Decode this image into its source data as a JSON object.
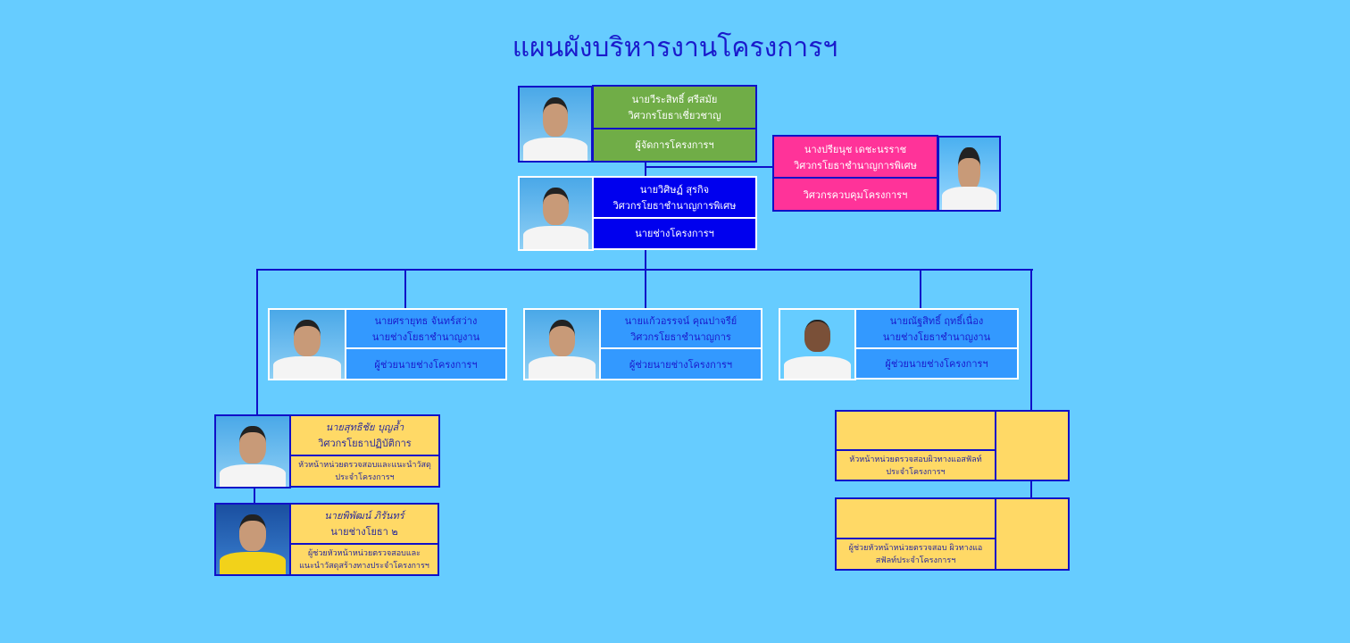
{
  "title": "แผนผังบริหารงานโครงการฯ",
  "people": [
    {
      "name": "นายวีระสิทธิ์   ศรีสมัย",
      "position": "วิศวกรโยธาเชี่ยวชาญ",
      "role": "ผู้จัดการโครงการฯ"
    },
    {
      "name": "นางปรียนุช  เดชะนรราช",
      "position": "วิศวกรโยธาชำนาญการพิเศษ",
      "role": "วิศวกรควบคุมโครงการฯ"
    },
    {
      "name": "นายวิศิษฏ์   สุรกิจ",
      "position": "วิศวกรโยธาชำนาญการพิเศษ",
      "role": "นายช่างโครงการฯ"
    },
    {
      "name": "นายศรายุทธ  จันทร์สว่าง",
      "position": "นายช่างโยธาชำนาญงาน",
      "role": "ผู้ช่วยนายช่างโครงการฯ"
    },
    {
      "name": "นายแก้วอรรจน์  คุณปาจรีย์",
      "position": "วิศวกรโยธาชำนาญการ",
      "role": "ผู้ช่วยนายช่างโครงการฯ"
    },
    {
      "name": "นายณัฐสิทธิ์  ฤทธิ์เนื่อง",
      "position": "นายช่างโยธาชำนาญงาน",
      "role": "ผู้ช่วยนายช่างโครงการฯ"
    },
    {
      "name": "นายสุทธิชัย  บุญล้ำ",
      "position": "วิศวกรโยธาปฏิบัติการ",
      "role": "หัวหน้าหน่วยตรวจสอบและแนะนำวัสดุ ประจำโครงการฯ"
    },
    {
      "name": "นายพิพัฒน์  ภิรันทร์",
      "position": "นายช่างโยธา ๒",
      "role": "ผู้ช่วยหัวหน้าหน่วยตรวจสอบและ แนะนำวัสดุสร้างทางประจำโครงการฯ"
    }
  ],
  "vacant": [
    {
      "role": "หัวหน้าหน่วยตรวจสอบผิวทางแอสฟัลท์ ประจำโครงการฯ"
    },
    {
      "role": "ผู้ช่วยหัวหน้าหน่วยตรวจสอบ ผิวทางแอสฟัลท์ประจำโครงการฯ"
    }
  ]
}
